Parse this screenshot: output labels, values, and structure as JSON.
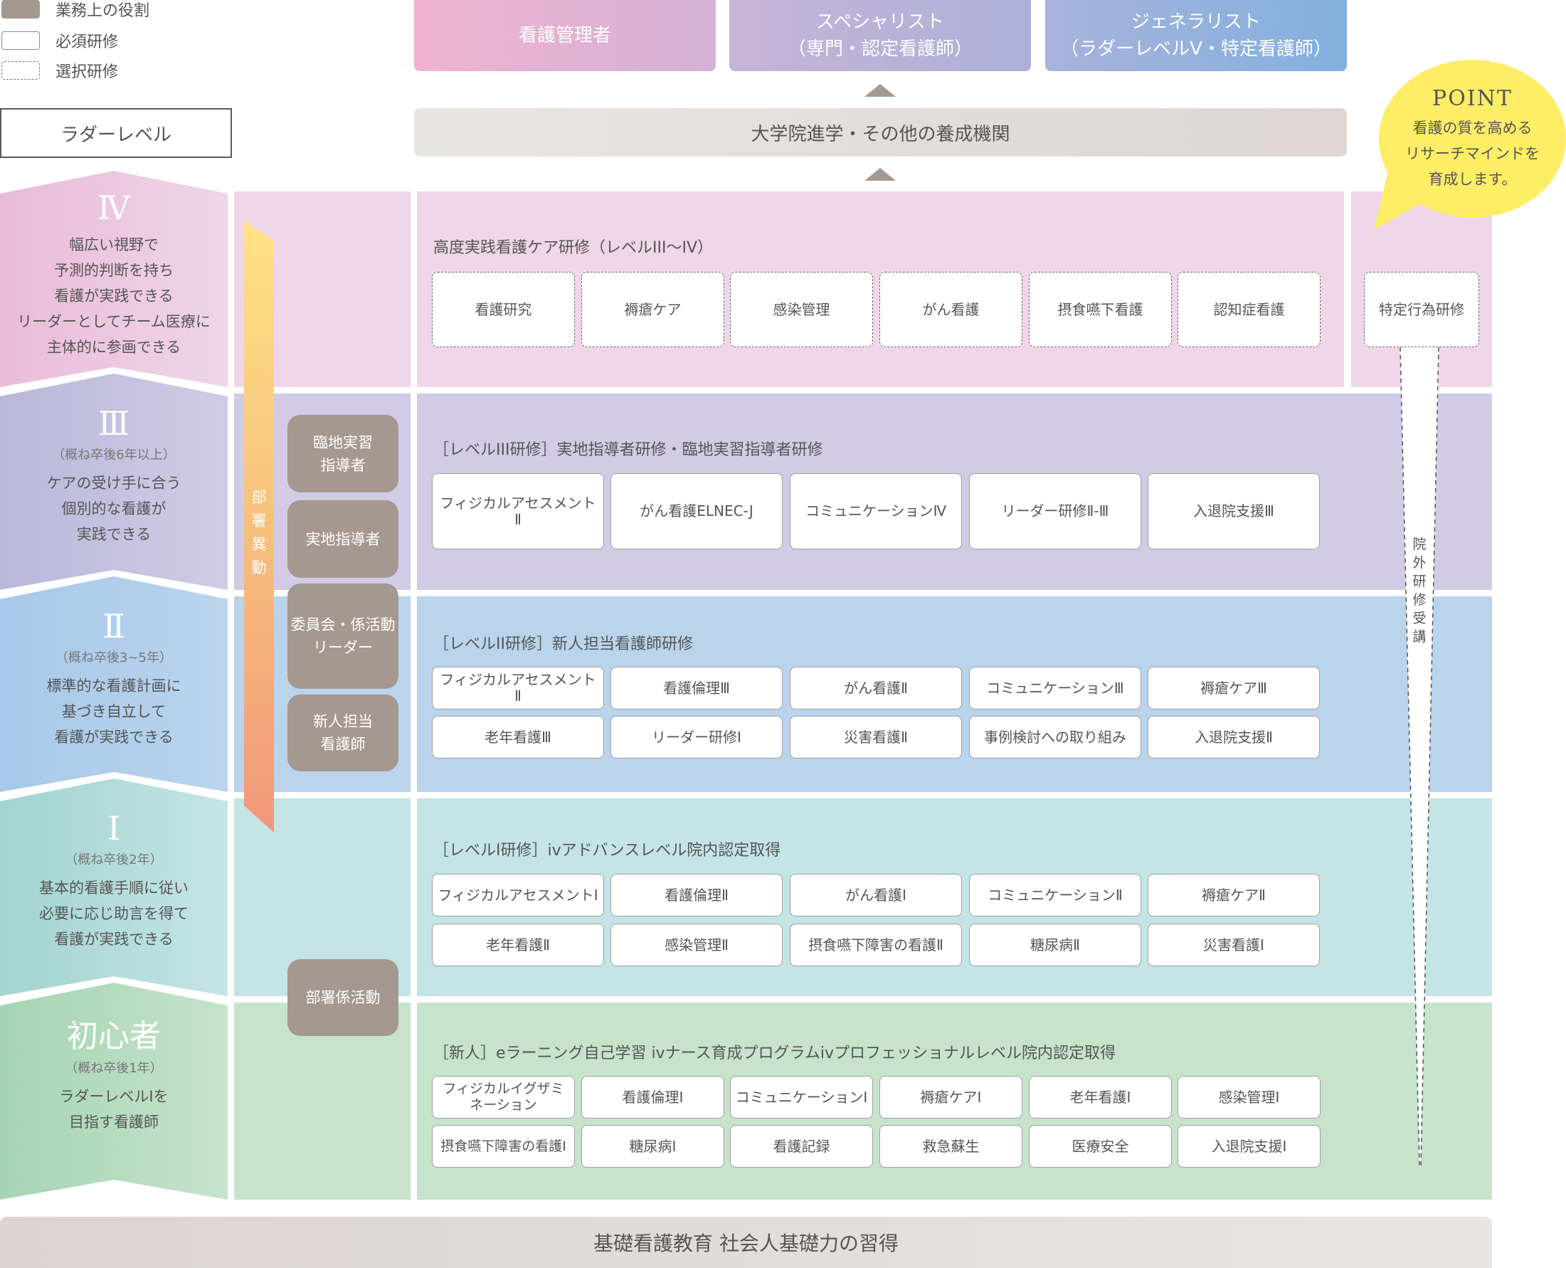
{
  "legend": [
    {
      "type": "role",
      "label": "業務上の役割"
    },
    {
      "type": "required",
      "label": "必須研修"
    },
    {
      "type": "optional",
      "label": "選択研修"
    }
  ],
  "ladder_title": "ラダーレベル",
  "headers": {
    "manager": {
      "line1": "看護管理者"
    },
    "specialist": {
      "line1": "スペシャリスト",
      "line2": "（専門・認定看護師）"
    },
    "generalist": {
      "line1": "ジェネラリスト",
      "line2": "（ラダーレベルV・特定看護師）"
    }
  },
  "graduate_bar": "大学院進学・その他の養成機関",
  "point": {
    "title": "POINT",
    "lines": [
      "看護の質を高める",
      "リサーチマインドを",
      "育成します。"
    ]
  },
  "levels": [
    {
      "id": "IV",
      "roman": "Ⅳ",
      "years": "",
      "desc": [
        "幅広い視野で",
        "予測的判断を持ち",
        "看護が実践できる",
        "リーダーとしてチーム医療に",
        "主体的に参画できる"
      ],
      "color": "#efd6e8",
      "title": "高度実践看護ケア研修（レベルIII〜IV）",
      "courses": [
        [
          "看護研究",
          "褥瘡ケア",
          "感染管理",
          "がん看護",
          "摂食嚥下看護",
          "認知症看護"
        ]
      ],
      "course_type": "optional"
    },
    {
      "id": "III",
      "roman": "Ⅲ",
      "years": "（概ね卒後6年以上）",
      "desc": [
        "ケアの受け手に合う",
        "個別的な看護が",
        "実践できる"
      ],
      "color": "#d1cbe5",
      "title": "［レベルIII研修］実地指導者研修・臨地実習指導者研修",
      "courses": [
        [
          "フィジカルアセスメントⅡ",
          "がん看護ELNEC-J",
          "コミュニケーションⅣ",
          "リーダー研修Ⅱ-Ⅲ",
          "入退院支援Ⅲ"
        ]
      ],
      "course_type": "required"
    },
    {
      "id": "II",
      "roman": "Ⅱ",
      "years": "（概ね卒後3~5年）",
      "desc": [
        "標準的な看護計画に",
        "基づき自立して",
        "看護が実践できる"
      ],
      "color": "#bad4ec",
      "title": "［レベルII研修］新人担当看護師研修",
      "courses": [
        [
          "フィジカルアセスメントⅡ",
          "看護倫理Ⅲ",
          "がん看護Ⅱ",
          "コミュニケーションⅢ",
          "褥瘡ケアⅢ"
        ],
        [
          "老年看護Ⅲ",
          "リーダー研修Ⅰ",
          "災害看護Ⅱ",
          "事例検討への取り組み",
          "入退院支援Ⅱ"
        ]
      ],
      "course_type": "required"
    },
    {
      "id": "I",
      "roman": "Ⅰ",
      "years": "（概ね卒後2年）",
      "desc": [
        "基本的看護手順に従い",
        "必要に応じ助言を得て",
        "看護が実践できる"
      ],
      "color": "#c5e4e6",
      "title": "［レベルI研修］ivアドバンスレベル院内認定取得",
      "courses": [
        [
          "フィジカルアセスメントⅠ",
          "看護倫理Ⅱ",
          "がん看護Ⅰ",
          "コミュニケーションⅡ",
          "褥瘡ケアⅡ"
        ],
        [
          "老年看護Ⅱ",
          "感染管理Ⅱ",
          "摂食嚥下障害の看護Ⅱ",
          "糖尿病Ⅱ",
          "災害看護Ⅰ"
        ]
      ],
      "course_type": "required"
    },
    {
      "id": "novice",
      "roman": "初心者",
      "years": "（概ね卒後1年）",
      "desc": [
        "ラダーレベルIを",
        "目指す看護師"
      ],
      "color": "#c7e3cc",
      "title": "［新人］eラーニング自己学習 ivナース育成プログラムivプロフェッショナルレベル院内認定取得",
      "courses": [
        [
          "フィジカルイグザミネーション",
          "看護倫理Ⅰ",
          "コミュニケーションⅠ",
          "褥瘡ケアⅠ",
          "老年看護Ⅰ",
          "感染管理Ⅰ"
        ],
        [
          "摂食嚥下障害の看護Ⅰ",
          "糖尿病Ⅰ",
          "看護記録",
          "救急蘇生",
          "医療安全",
          "入退院支援Ⅰ"
        ]
      ],
      "course_type": "required"
    }
  ],
  "roles": [
    {
      "lines": [
        "臨地実習",
        "指導者"
      ]
    },
    {
      "lines": [
        "実地指導者"
      ]
    },
    {
      "lines": [
        "委員会・係活動",
        "リーダー"
      ]
    },
    {
      "lines": [
        "新人担当",
        "看護師"
      ]
    },
    {
      "lines": [
        "部署係活動"
      ]
    }
  ],
  "department_transfer": [
    "部",
    "署",
    "異",
    "動"
  ],
  "tokutei": "特定行為研修",
  "external_training": [
    "院",
    "外",
    "研",
    "修",
    "受",
    "講"
  ],
  "bottom_bar": "基礎看護教育 社会人基礎力の習得",
  "colors": {
    "role": "#a59890",
    "point_bubble": "#fdee66",
    "arrow": "#a59890"
  }
}
